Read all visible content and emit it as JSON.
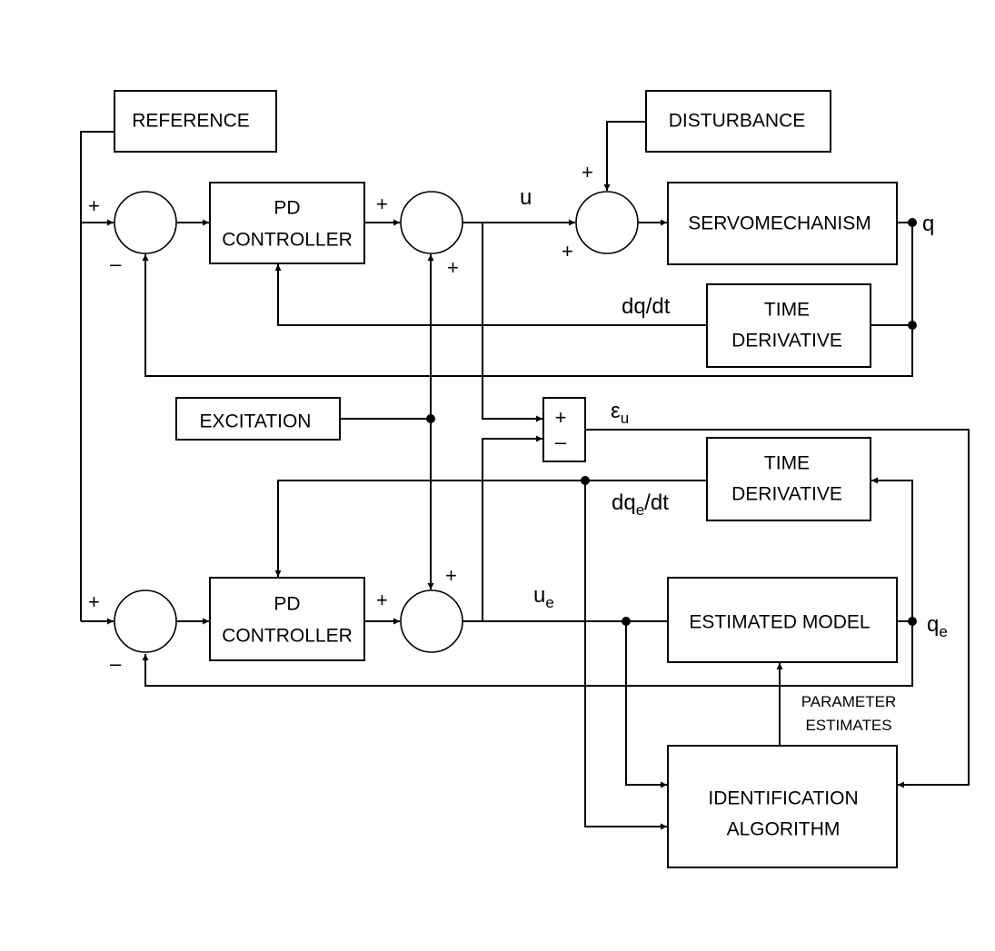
{
  "blocks": {
    "reference": "REFERENCE",
    "disturbance": "DISTURBANCE",
    "pd_top_1": "PD",
    "pd_top_2": "CONTROLLER",
    "servo": "SERVOMECHANISM",
    "td_top_1": "TIME",
    "td_top_2": "DERIVATIVE",
    "excitation": "EXCITATION",
    "td_bot_1": "TIME",
    "td_bot_2": "DERIVATIVE",
    "pd_bot_1": "PD",
    "pd_bot_2": "CONTROLLER",
    "est_model": "ESTIMATED MODEL",
    "id_1": "IDENTIFICATION",
    "id_2": "ALGORITHM"
  },
  "signals": {
    "u": "u",
    "q": "q",
    "dqdt": "dq/dt",
    "eps": "ε",
    "eps_sub": "u",
    "dqe_a": "dq",
    "dqe_sub": "e",
    "dqe_b": "/dt",
    "ue": "u",
    "ue_sub": "e",
    "qe": "q",
    "qe_sub": "e",
    "param_1": "PARAMETER",
    "param_2": "ESTIMATES"
  },
  "signs": {
    "plus": "+",
    "minus": "–"
  }
}
